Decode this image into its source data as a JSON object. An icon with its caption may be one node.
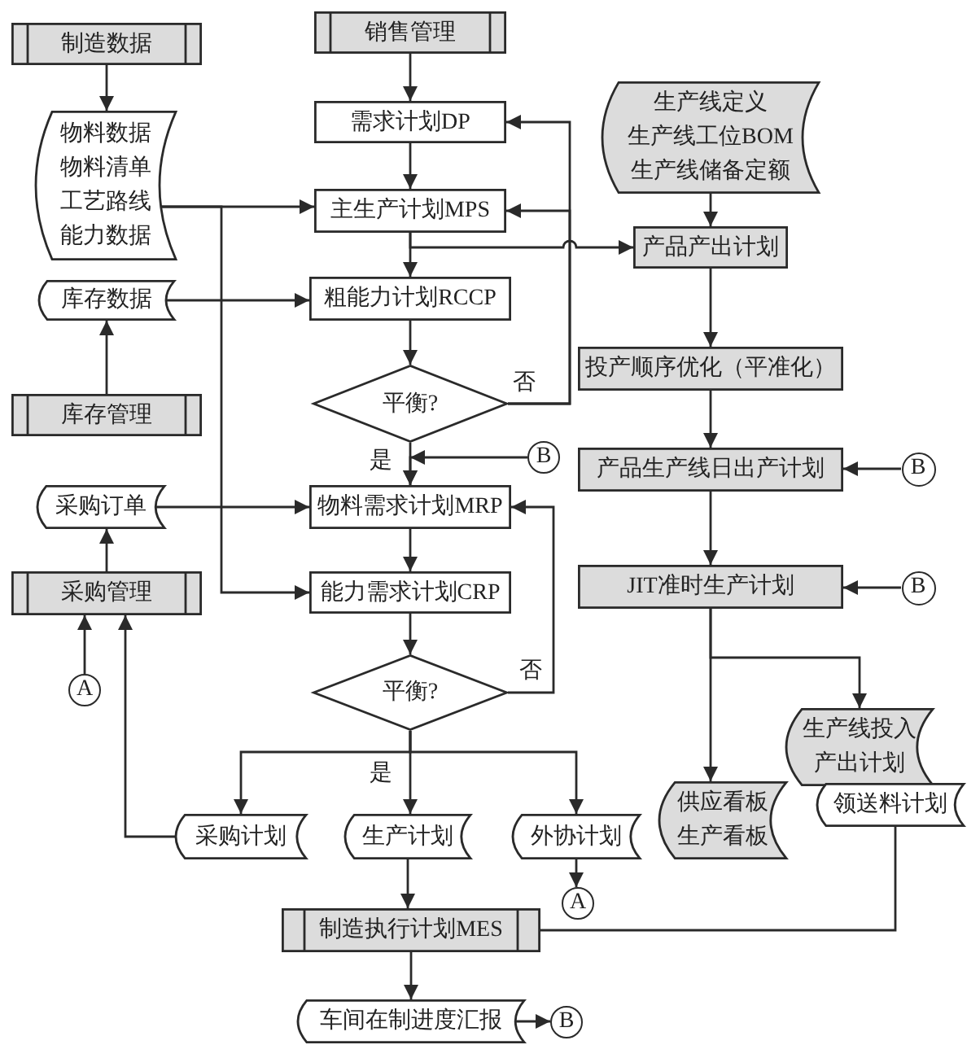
{
  "diagram": {
    "nodes": [
      {
        "text": [
          "制造数据"
        ]
      },
      {
        "text": [
          "物料数据",
          "物料清单",
          "工艺路线",
          "能力数据"
        ]
      },
      {
        "text": [
          "销售管理"
        ]
      },
      {
        "text": [
          "需求计划DP"
        ]
      },
      {
        "text": [
          "主生产计划MPS"
        ]
      },
      {
        "text": [
          "生产线定义",
          "生产线工位BOM",
          "生产线储备定额"
        ]
      },
      {
        "text": [
          "产品产出计划"
        ]
      },
      {
        "text": [
          "粗能力计划RCCP"
        ]
      },
      {
        "text": [
          "库存数据"
        ]
      },
      {
        "text": [
          "平衡?"
        ]
      },
      {
        "text": [
          "投产顺序优化（平准化）"
        ]
      },
      {
        "text": [
          "库存管理"
        ]
      },
      {
        "text": [
          "B"
        ]
      },
      {
        "text": [
          "采购订单"
        ]
      },
      {
        "text": [
          "物料需求计划MRP"
        ]
      },
      {
        "text": [
          "产品生产线日出产计划"
        ]
      },
      {
        "text": [
          "B"
        ]
      },
      {
        "text": [
          "采购管理"
        ]
      },
      {
        "text": [
          "能力需求计划CRP"
        ]
      },
      {
        "text": [
          "JIT准时生产计划"
        ]
      },
      {
        "text": [
          "B"
        ]
      },
      {
        "text": [
          "平衡?"
        ]
      },
      {
        "text": [
          "A"
        ]
      },
      {
        "text": [
          "采购计划"
        ]
      },
      {
        "text": [
          "生产计划"
        ]
      },
      {
        "text": [
          "外协计划"
        ]
      },
      {
        "text": [
          "供应看板",
          "生产看板"
        ]
      },
      {
        "text": [
          "生产线投入产出计划"
        ]
      },
      {
        "text": [
          "领送料计划"
        ]
      },
      {
        "text": [
          "A"
        ]
      },
      {
        "text": [
          "制造执行计划MES"
        ]
      },
      {
        "text": [
          "车间在制进度汇报"
        ]
      },
      {
        "text": [
          "B"
        ]
      }
    ],
    "edges": [
      {
        "from": 0,
        "to": 1,
        "arrow": "to"
      },
      {
        "from": 2,
        "to": 3,
        "arrow": "to"
      },
      {
        "from": 3,
        "to": 4,
        "arrow": "to"
      },
      {
        "from": 1,
        "to": 4,
        "arrow": "to"
      },
      {
        "from": 1,
        "to": 18,
        "arrow": "to"
      },
      {
        "from": 4,
        "to": 7,
        "arrow": "to"
      },
      {
        "from": 4,
        "to": 6,
        "arrow": "to"
      },
      {
        "from": 5,
        "to": 6,
        "arrow": "to"
      },
      {
        "from": 8,
        "to": 7,
        "arrow": "to"
      },
      {
        "from": 11,
        "to": 8,
        "arrow": "to"
      },
      {
        "from": 7,
        "to": 9,
        "arrow": "to"
      },
      {
        "from": 9,
        "to": 14,
        "arrow": "to",
        "label": "是"
      },
      {
        "from": 9,
        "to": 3,
        "arrow": "to",
        "label": "否"
      },
      {
        "from": 9,
        "to": 4,
        "arrow": "to"
      },
      {
        "from": 12,
        "to": 14,
        "arrow": "to"
      },
      {
        "from": 6,
        "to": 10,
        "arrow": "to"
      },
      {
        "from": 10,
        "to": 15,
        "arrow": "to"
      },
      {
        "from": 16,
        "to": 15,
        "arrow": "to"
      },
      {
        "from": 15,
        "to": 19,
        "arrow": "to"
      },
      {
        "from": 20,
        "to": 19,
        "arrow": "to"
      },
      {
        "from": 13,
        "to": 14,
        "arrow": "to"
      },
      {
        "from": 17,
        "to": 13,
        "arrow": "to"
      },
      {
        "from": 14,
        "to": 18,
        "arrow": "to"
      },
      {
        "from": 18,
        "to": 21,
        "arrow": "to"
      },
      {
        "from": 21,
        "to": 14,
        "arrow": "to",
        "label": "否"
      },
      {
        "from": 21,
        "to": 23,
        "arrow": "to"
      },
      {
        "from": 21,
        "to": 24,
        "arrow": "to",
        "label": "是"
      },
      {
        "from": 21,
        "to": 25,
        "arrow": "to"
      },
      {
        "from": 22,
        "to": 17,
        "arrow": "to"
      },
      {
        "from": 23,
        "to": 17,
        "arrow": "to"
      },
      {
        "from": 25,
        "to": 29,
        "arrow": "to"
      },
      {
        "from": 24,
        "to": 30,
        "arrow": "to"
      },
      {
        "from": 19,
        "to": 26,
        "arrow": "to"
      },
      {
        "from": 19,
        "to": 27,
        "arrow": "to"
      },
      {
        "from": 28,
        "to": 30,
        "arrow": "none"
      },
      {
        "from": 30,
        "to": 31,
        "arrow": "to"
      },
      {
        "from": 31,
        "to": 32,
        "arrow": "to"
      }
    ]
  }
}
